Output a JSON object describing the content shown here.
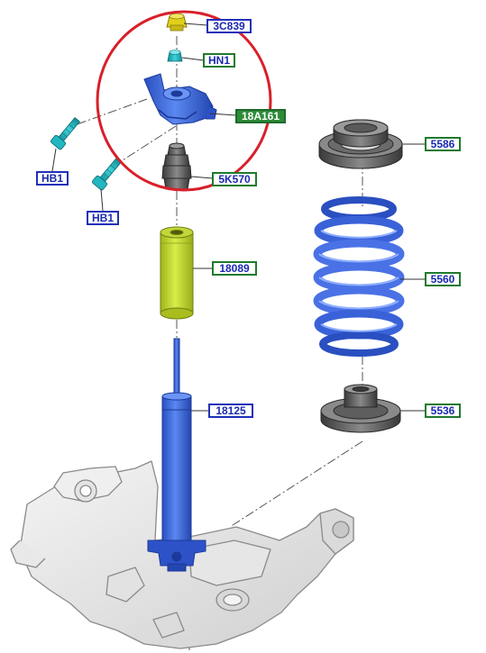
{
  "parts": {
    "p3c839": "3C839",
    "hn1": "HN1",
    "p18a161": "18A161",
    "p5k570": "5K570",
    "hb1_left": "HB1",
    "hb1_lower": "HB1",
    "p18089": "18089",
    "p18125": "18125",
    "p5586": "5586",
    "p5560": "5560",
    "p5536": "5536"
  },
  "colors": {
    "part_blue": "#3f6fe0",
    "spring_blue": "#4a7ae8",
    "boot_yellow": "#c8dc30",
    "rubber_grey": "#5a5a5a",
    "highlight_red": "#d8202a",
    "label_blue": "#2030b8",
    "label_green": "#1f7a2e",
    "teal_bolt": "#1fb0b8"
  }
}
